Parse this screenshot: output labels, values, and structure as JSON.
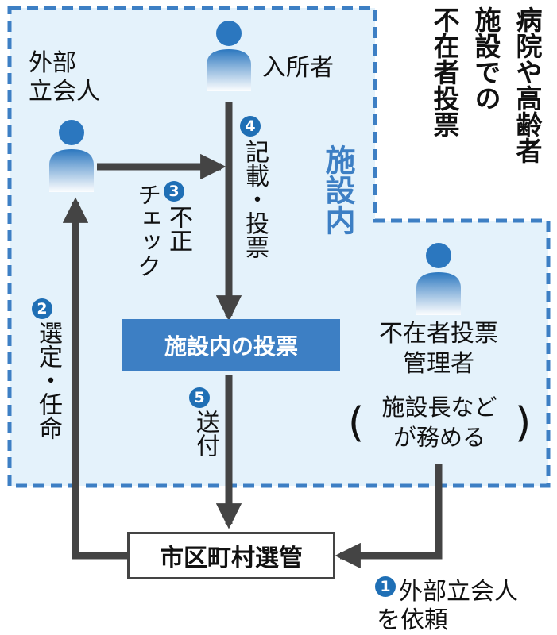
{
  "title": "病院や高齢者施設での不在者投票",
  "title_columns": [
    "病院や高齢者",
    "施設での",
    "不在者投票"
  ],
  "area_label": "施設内",
  "colors": {
    "area_fill": "#e4f2fb",
    "area_border": "#3d7fc4",
    "accent": "#3d7fc4",
    "badge": "#1f6fb5",
    "arrow": "#444444"
  },
  "icons": [
    "person-icon"
  ],
  "nodes": {
    "resident": {
      "label": "入所者"
    },
    "observer": {
      "label_lines": [
        "外部",
        "立会人"
      ]
    },
    "manager": {
      "label_lines": [
        "不在者投票",
        "管理者"
      ],
      "note_lines": [
        "施設長など",
        "が務める"
      ],
      "bracket_left": "(",
      "bracket_right": ")"
    },
    "vote_box": {
      "label": "施設内の投票"
    },
    "commission": {
      "label": "市区町村選管"
    }
  },
  "steps": [
    {
      "num": "1",
      "label_lines": [
        "外部立会人",
        "を依頼"
      ]
    },
    {
      "num": "2",
      "label": "選定・任命"
    },
    {
      "num": "3",
      "label_col1": "不正",
      "label_col2": "チェック"
    },
    {
      "num": "4",
      "label": "記載・投票"
    },
    {
      "num": "5",
      "label": "送付"
    }
  ]
}
